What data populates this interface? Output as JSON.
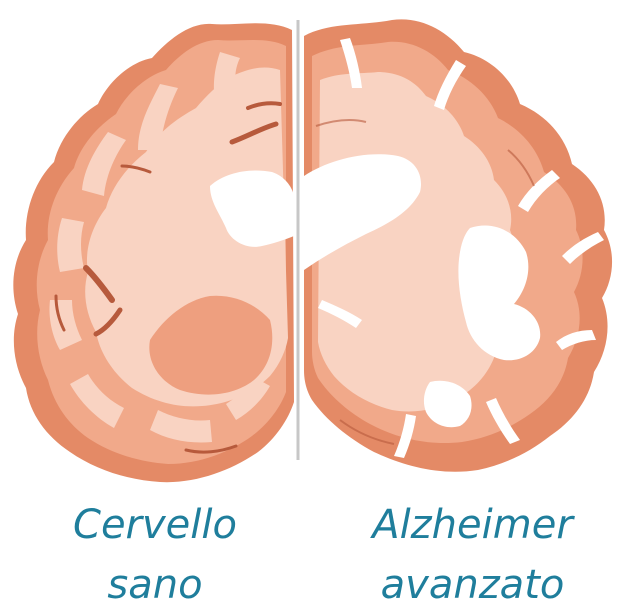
{
  "colors": {
    "caption_blue": "#1f7e9c",
    "cortex_outer": "#e48a66",
    "cortex_mid": "#f1a98a",
    "white_matter": "#f9d3c2",
    "dark_sulcus": "#b75a3c",
    "deep_tissue": "#ee9f7f",
    "ventricle": "#ffffff"
  },
  "captions": {
    "left_line1": "Cervello",
    "left_line2": "sano",
    "right_line1": "Alzheimer",
    "right_line2": "avanzato"
  }
}
